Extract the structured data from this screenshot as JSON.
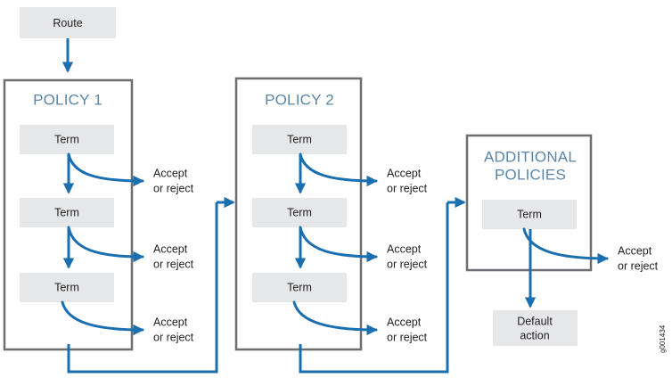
{
  "figure": {
    "id_label": "g001434",
    "source_node": {
      "label": "Route"
    },
    "default_node": {
      "label": "Default action"
    },
    "accept_label_line1": "Accept",
    "accept_label_line2": "or reject",
    "term_label": "Term",
    "colors": {
      "flow_arrow": "#1a6fb0",
      "group_border": "#6d6e71",
      "node_fill": "#e6e7e8",
      "title_text": "#5b86a8",
      "body_text": "#231f20",
      "background": "#ffffff"
    },
    "policies": [
      {
        "title": "POLICY 1",
        "terms": [
          {
            "label": "Term"
          },
          {
            "label": "Term"
          },
          {
            "label": "Term"
          }
        ],
        "outcomes": [
          {
            "line1": "Accept",
            "line2": "or reject"
          },
          {
            "line1": "Accept",
            "line2": "or reject"
          },
          {
            "line1": "Accept",
            "line2": "or reject"
          }
        ]
      },
      {
        "title": "POLICY 2",
        "terms": [
          {
            "label": "Term"
          },
          {
            "label": "Term"
          },
          {
            "label": "Term"
          }
        ],
        "outcomes": [
          {
            "line1": "Accept",
            "line2": "or reject"
          },
          {
            "line1": "Accept",
            "line2": "or reject"
          },
          {
            "line1": "Accept",
            "line2": "or reject"
          }
        ]
      },
      {
        "title_line1": "ADDITIONAL",
        "title_line2": "POLICIES",
        "terms": [
          {
            "label": "Term"
          }
        ],
        "outcomes": [
          {
            "line1": "Accept",
            "line2": "or reject"
          }
        ]
      }
    ]
  }
}
